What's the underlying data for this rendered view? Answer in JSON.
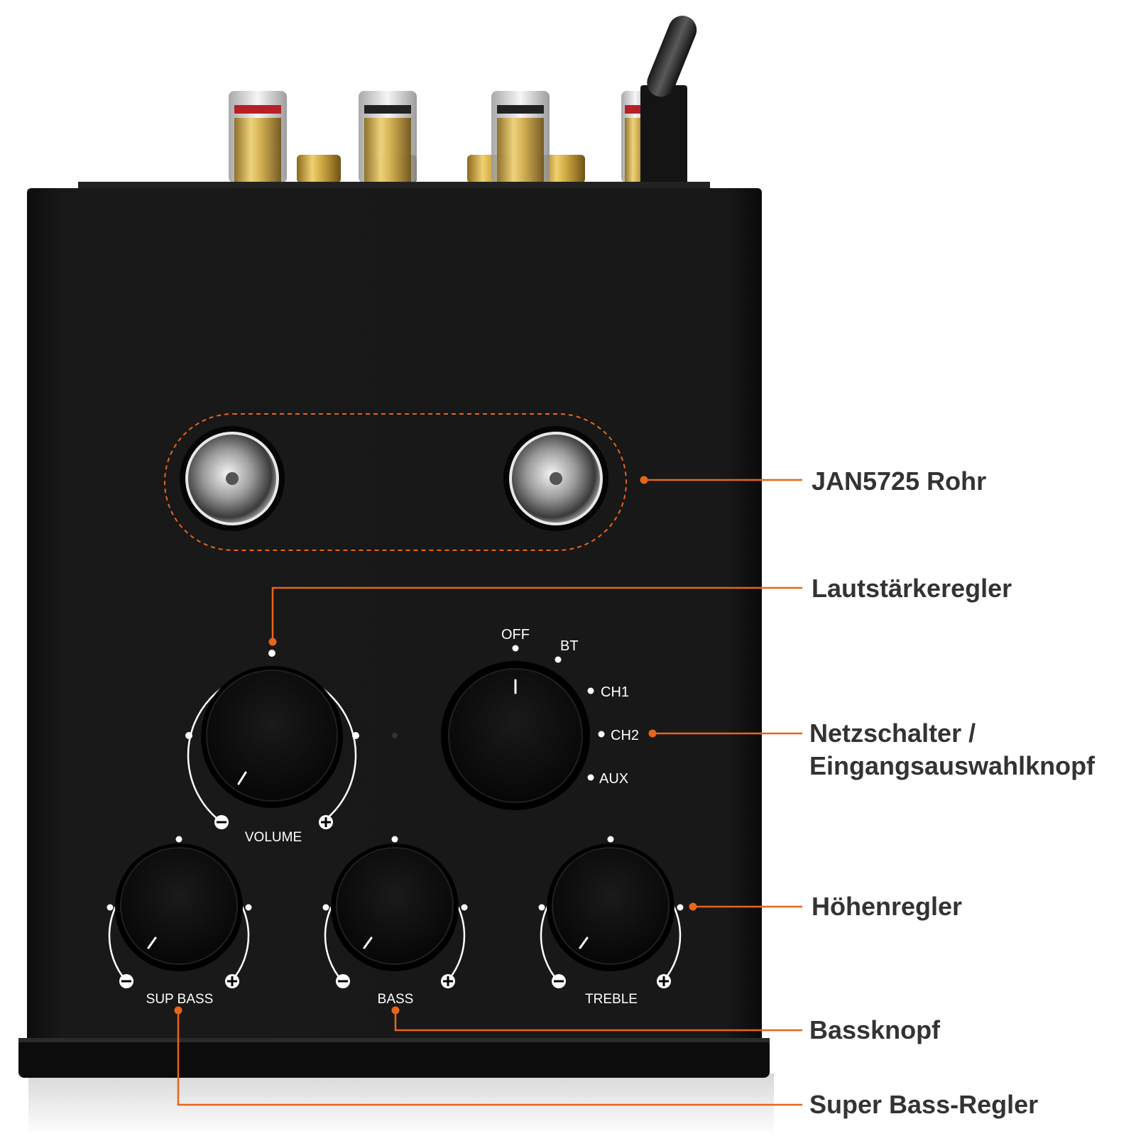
{
  "callouts": {
    "tube": "JAN5725 Rohr",
    "volume": "Lautstärkeregler",
    "power_line1": "Netzschalter /",
    "power_line2": "Eingangsauswahlknopf",
    "treble": "Höhenregler",
    "bass": "Bassknopf",
    "super_bass": "Super Bass-Regler"
  },
  "panel": {
    "volume_label": "VOLUME",
    "sup_bass_label": "SUP BASS",
    "bass_label": "BASS",
    "treble_label": "TREBLE"
  },
  "selector": {
    "off": "OFF",
    "bt": "BT",
    "ch1": "CH1",
    "ch2": "CH2",
    "aux": "AUX"
  },
  "colors": {
    "accent": "#E8651A",
    "body": "#151515",
    "label_text": "#333333"
  },
  "icons": [
    "minus-icon",
    "plus-icon"
  ]
}
